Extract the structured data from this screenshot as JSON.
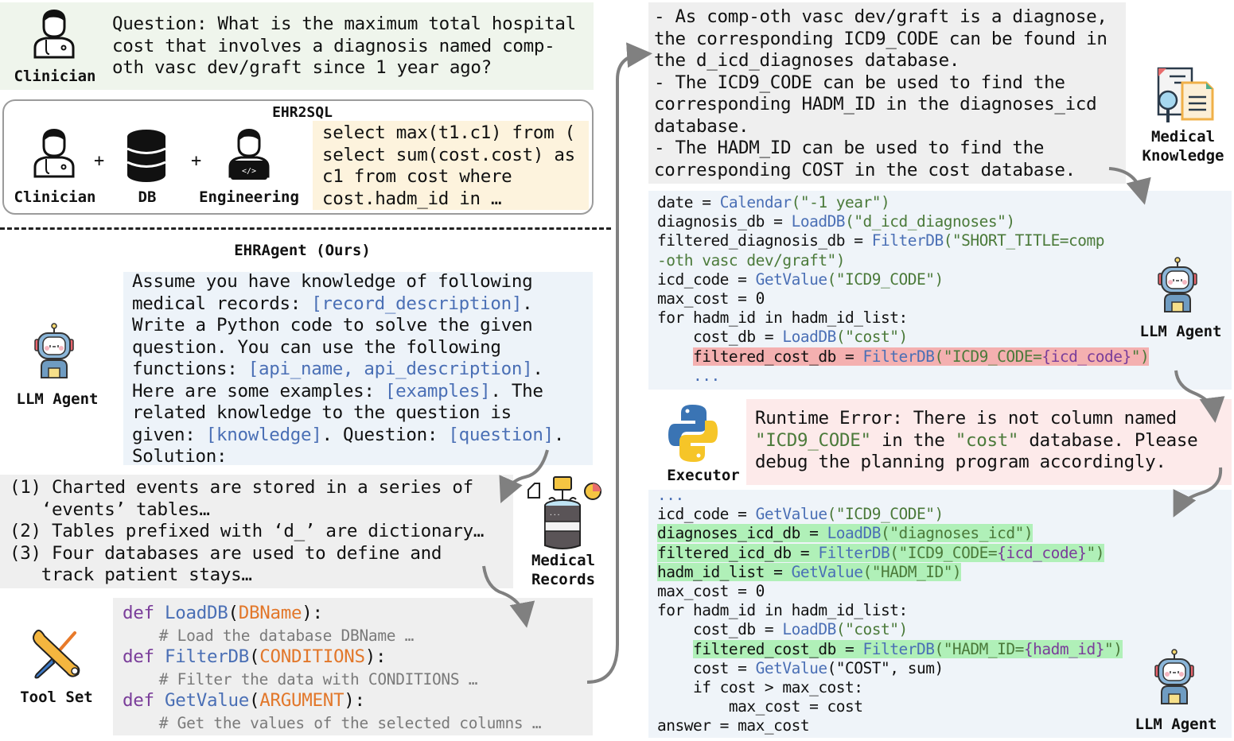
{
  "question": {
    "actor": "Clinician",
    "lines": [
      "Question: What is the maximum total hospital",
      "cost that involves a diagnosis named comp-",
      "oth vasc dev/graft since 1 year ago?"
    ]
  },
  "ehr2sql": {
    "title": "EHR2SQL",
    "actors": [
      "Clinician",
      "DB",
      "Engineering"
    ],
    "plus": "+",
    "sql_lines": [
      "select max(t1.c1) from (",
      "select sum(cost.cost) as",
      "c1 from cost where",
      "cost.hadm_id in …"
    ]
  },
  "ehragent": {
    "title": "EHRAgent (Ours)",
    "agent_label": "LLM Agent",
    "prompt": {
      "l1": "Assume you have knowledge of following",
      "l2a": "medical records: ",
      "l2b": "[record_description]",
      "l2c": ".",
      "l3": "Write a Python code to solve the given",
      "l4": "question. You can use the following",
      "l5a": "functions: ",
      "l5b": "[api_name, api_description]",
      "l5c": ".",
      "l6a": "Here are some examples: ",
      "l6b": "[examples]",
      "l6c": ". The",
      "l7": "related knowledge to the question is",
      "l8a": "given: ",
      "l8b": "[knowledge]",
      "l8c": ". Question: ",
      "l8d": "[question]",
      "l8e": ".",
      "l9": "Solution:"
    }
  },
  "medical_records": {
    "label_line1": "Medical",
    "label_line2": "Records",
    "lines": [
      "(1) Charted events are stored in a series of",
      "   ‘events’ tables…",
      "(2) Tables prefixed with ‘d_’ are dictionary…",
      "(3) Four databases are used to define and",
      "   track patient stays…"
    ]
  },
  "tool_set": {
    "label": "Tool Set",
    "tools": [
      {
        "kw": "def ",
        "name": "LoadDB",
        "arg": "DBName",
        "comment": "    # Load the database DBName …"
      },
      {
        "kw": "def ",
        "name": "FilterDB",
        "arg": "CONDITIONS",
        "comment": "    # Filter the data with CONDITIONS …"
      },
      {
        "kw": "def ",
        "name": "GetValue",
        "arg": "ARGUMENT",
        "comment": "    # Get the values of the selected columns …"
      }
    ]
  },
  "medical_knowledge": {
    "label_line1": "Medical",
    "label_line2": "Knowledge",
    "lines": [
      "- As comp-oth vasc dev/graft is a diagnose,",
      "the corresponding ICD9_CODE can be found in",
      "the d_icd_diagnoses database.",
      "- The ICD9_CODE can be used to find the",
      "corresponding HADM_ID in the diagnoses_icd",
      "database.",
      "- The HADM_ID can be used to find the",
      "corresponding COST in the cost database."
    ]
  },
  "code_initial": {
    "agent_label": "LLM Agent",
    "l1": {
      "a": "date = ",
      "f": "Calendar",
      "s": "(\"-1 year\")"
    },
    "l2": {
      "a": "diagnosis_db = ",
      "f": "LoadDB",
      "s": "(\"d_icd_diagnoses\")"
    },
    "l3": {
      "a": "filtered_diagnosis_db = ",
      "f": "FilterDB",
      "s": "(\"SHORT_TITLE=comp"
    },
    "l4": {
      "s": "-oth vasc dev/graft\")"
    },
    "l5": {
      "a": "icd_code = ",
      "f": "GetValue",
      "s": "(\"ICD9_CODE\")"
    },
    "l6": "max_cost = 0",
    "l7": "for hadm_id in hadm_id_list:",
    "l8": {
      "a": "    cost_db = ",
      "f": "LoadDB",
      "s": "(\"cost\")"
    },
    "l9": {
      "a": "filtered_cost_db = ",
      "f": "FilterDB",
      "s1": "(\"ICD9_CODE=",
      "v": "{icd_code}",
      "s2": "\")"
    },
    "l10": "    ..."
  },
  "executor": {
    "label": "Executor",
    "l1": "Runtime Error: There is not column named",
    "l2a": "\"ICD9_CODE\"",
    "l2b": " in the ",
    "l2c": "\"cost\"",
    "l2d": " database. Please",
    "l3": "debug the planning program accordingly."
  },
  "code_revised": {
    "agent_label": "LLM Agent",
    "l0": "...",
    "l1": {
      "a": "icd_code = ",
      "f": "GetValue",
      "s": "(\"ICD9_CODE\")"
    },
    "l2": {
      "a": "diagnoses_icd_db = ",
      "f": "LoadDB",
      "s": "(\"diagnoses_icd\")"
    },
    "l3": {
      "a": "filtered_icd_db = ",
      "f": "FilterDB",
      "s1": "(\"ICD9_CODE=",
      "v": "{icd_code}",
      "s2": "\")"
    },
    "l4": {
      "a": "hadm_id_list = ",
      "f": "GetValue",
      "s": "(\"HADM_ID\")"
    },
    "l5": "max_cost = 0",
    "l6": "for hadm_id in hadm_id_list:",
    "l7": {
      "a": "    cost_db = ",
      "f": "LoadDB",
      "s": "(\"cost\")"
    },
    "l8": {
      "a": "filtered_cost_db = ",
      "f": "FilterDB",
      "s1": "(\"HADM_ID=",
      "v": "{hadm_id}",
      "s2": "\")"
    },
    "l9": {
      "a": "    cost = ",
      "f": "GetValue",
      "s": "(\"COST\", sum)"
    },
    "l10": "    if cost > max_cost:",
    "l11": "        max_cost = cost",
    "l12": "answer = max_cost"
  }
}
